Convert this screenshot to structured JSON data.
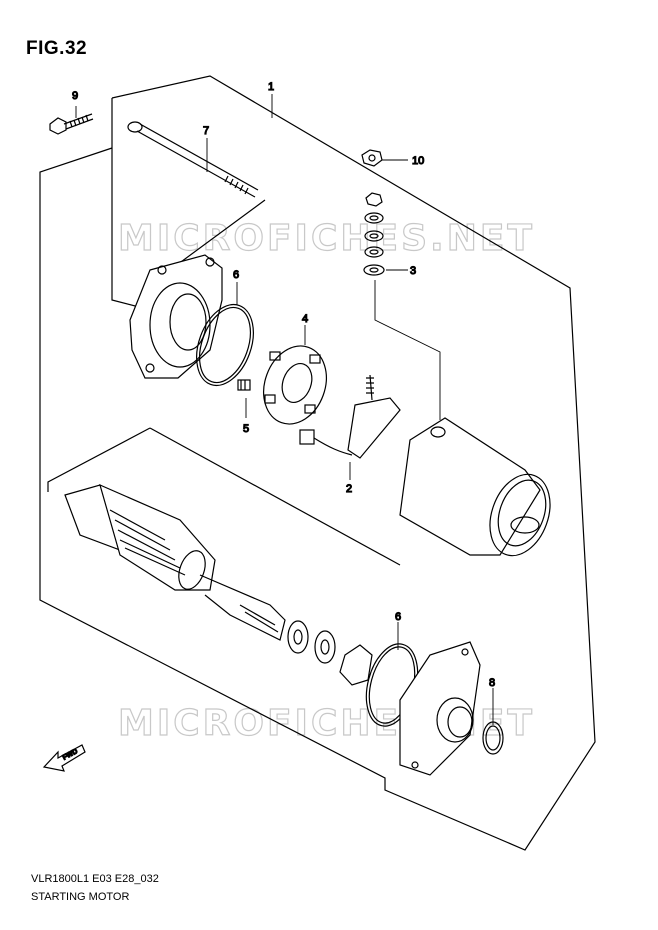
{
  "figure": {
    "title": "FIG.32",
    "code": "VLR1800L1 E03 E28_032",
    "description": "STARTING MOTOR"
  },
  "watermarks": [
    "MICROFICHES.NET",
    "MICROFICHES.NET"
  ],
  "callouts": {
    "c1": "1",
    "c2": "2",
    "c3": "3",
    "c4": "4",
    "c5": "5",
    "c6a": "6",
    "c6b": "6",
    "c7": "7",
    "c8": "8",
    "c9": "9",
    "c10": "10"
  },
  "fwd_label": "FWD"
}
